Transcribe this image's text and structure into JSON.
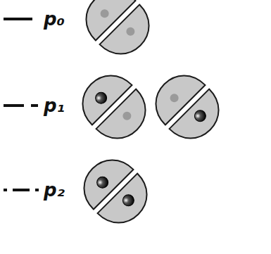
{
  "diagram": {
    "legend": [
      {
        "text": "p₀"
      },
      {
        "text": "p₁"
      },
      {
        "text": "p₂"
      }
    ]
  }
}
